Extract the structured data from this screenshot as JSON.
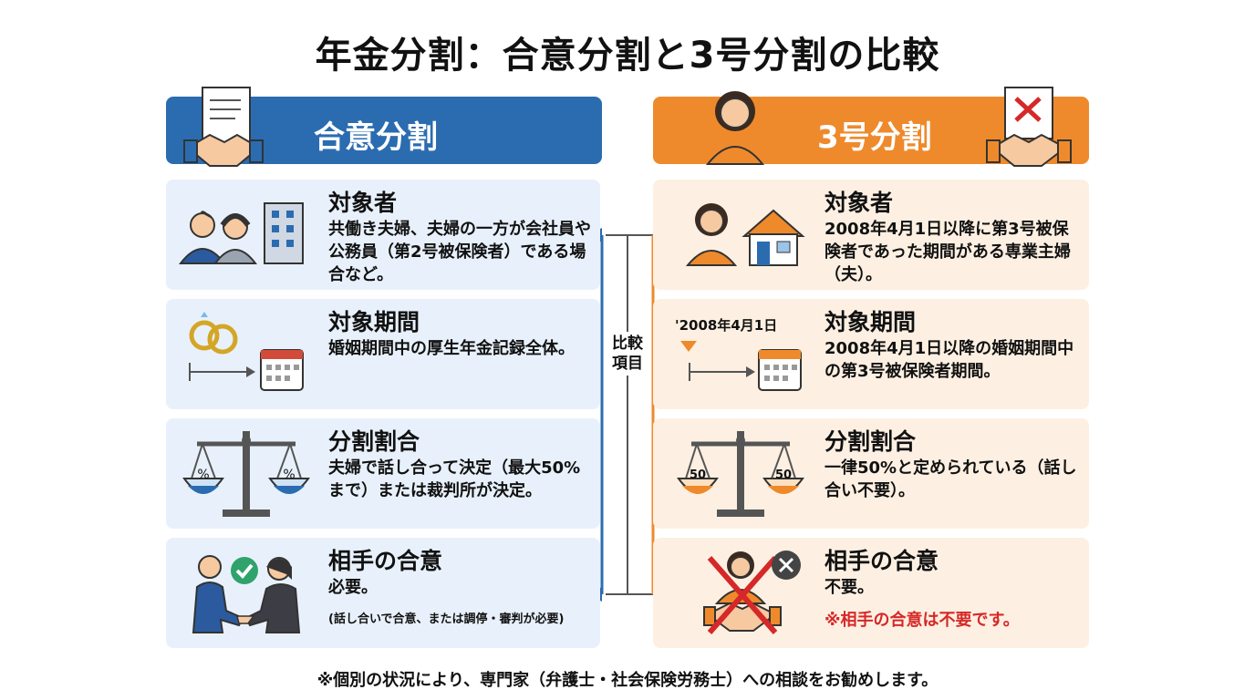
{
  "title": "年金分割：合意分割と3号分割の比較",
  "left": {
    "header": "合意分割",
    "rows": [
      {
        "title": "対象者",
        "body": "共働き夫婦、夫婦の一方が会社員や公務員（第2号被保険者）である場合など。"
      },
      {
        "title": "対象期間",
        "body": "婚姻期間中の厚生年金記録全体。"
      },
      {
        "title": "分割割合",
        "body": "夫婦で話し合って決定（最大50%まで）または裁判所が決定。"
      },
      {
        "title": "相手の合意",
        "body": "必要。",
        "note": "(話し合いで合意、または調停・審判が必要)"
      }
    ]
  },
  "right": {
    "header": "3号分割",
    "rows": [
      {
        "title": "対象者",
        "body": "2008年4月1日以降に第3号被保険者であった期間がある専業主婦（夫）。"
      },
      {
        "title": "対象期間",
        "body": "2008年4月1日以降の婚姻期間中の第3号被保険者期間。",
        "date_label": "'2008年4月1日"
      },
      {
        "title": "分割割合",
        "body": "一律50%と定められている（話し合い不要）。"
      },
      {
        "title": "相手の合意",
        "body": "不要。",
        "warning": "※相手の合意は不要です。"
      }
    ]
  },
  "center_label": "比較項目",
  "scale_left_label": "%",
  "scale_right_label": "50",
  "footer": "※個別の状況により、専門家（弁護士・社会保険労務士）への相談をお勧めします。",
  "colors": {
    "blue": "#2b6cb0",
    "orange": "#ee8a2c",
    "light_blue": "#e8f1fb",
    "light_orange": "#fdf0e2",
    "red": "#d62828"
  }
}
